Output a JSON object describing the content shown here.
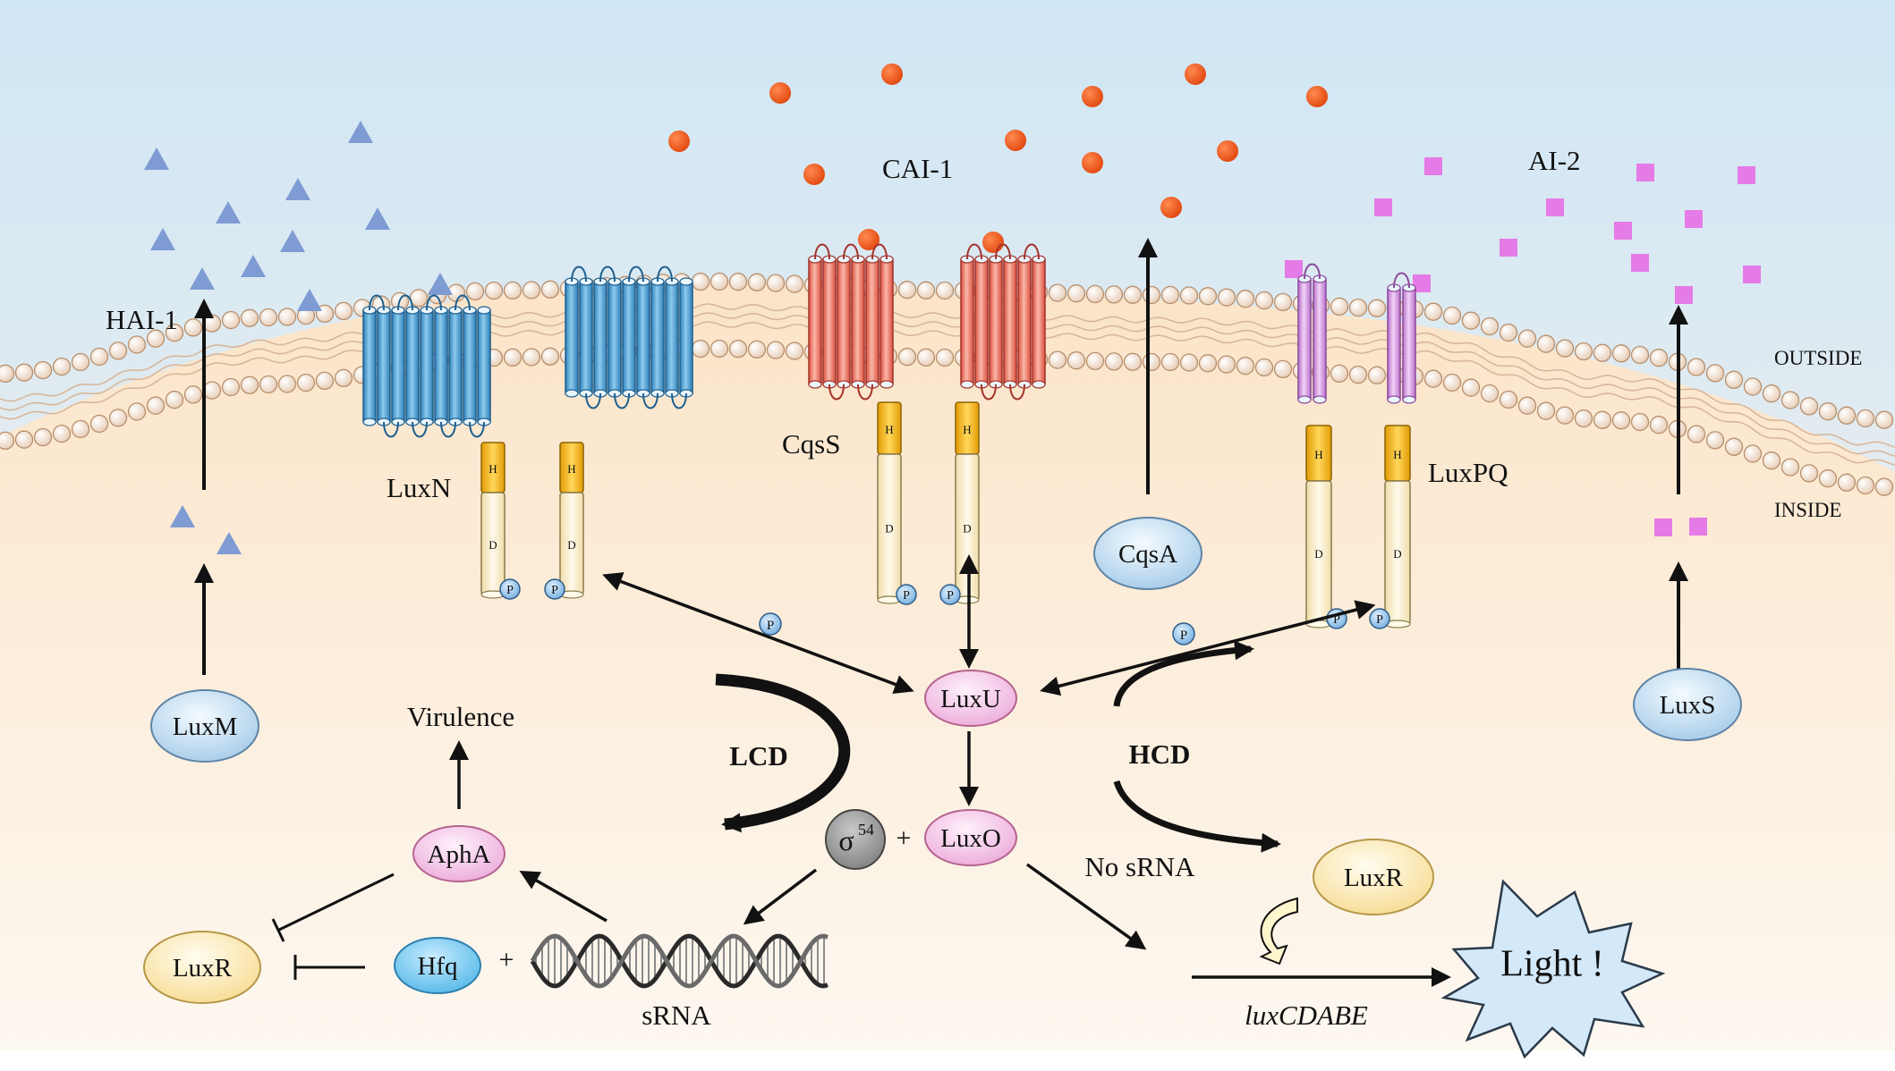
{
  "colors": {
    "sky_top": "#cfe6f5",
    "sky_bottom": "#fcf3ea",
    "cell_top": "#fbe7cf",
    "cell_bottom": "#fdf6ee",
    "hai1": "#7f9bd4",
    "cai1": "#f05a22",
    "ai2": "#e57be6",
    "luxn": "#4fa3d6",
    "cqss": "#ee7a6b",
    "luxpq": "#d69be3",
    "h_domain": "#f2b51c",
    "d_domain": "#fbefc8"
  },
  "labels": {
    "hai1": "HAI-1",
    "cai1": "CAI-1",
    "ai2": "AI-2",
    "outside": "OUTSIDE",
    "inside": "INSIDE",
    "luxn": "LuxN",
    "cqss": "CqsS",
    "luxpq": "LuxPQ",
    "h": "H",
    "d": "D",
    "p": "P",
    "cqsa": "CqsA",
    "luxm": "LuxM",
    "luxs": "LuxS",
    "luxu": "LuxU",
    "luxo": "LuxO",
    "sigma": "σ",
    "sigma_sup": "54",
    "plus": "+",
    "aphA": "AphA",
    "virulence": "Virulence",
    "luxr": "LuxR",
    "hfq": "Hfq",
    "srna": "sRNA",
    "lcd": "LCD",
    "hcd": "HCD",
    "no_srna": "No sRNA",
    "luxcdabe": "luxCDABE",
    "light": "Light !"
  }
}
